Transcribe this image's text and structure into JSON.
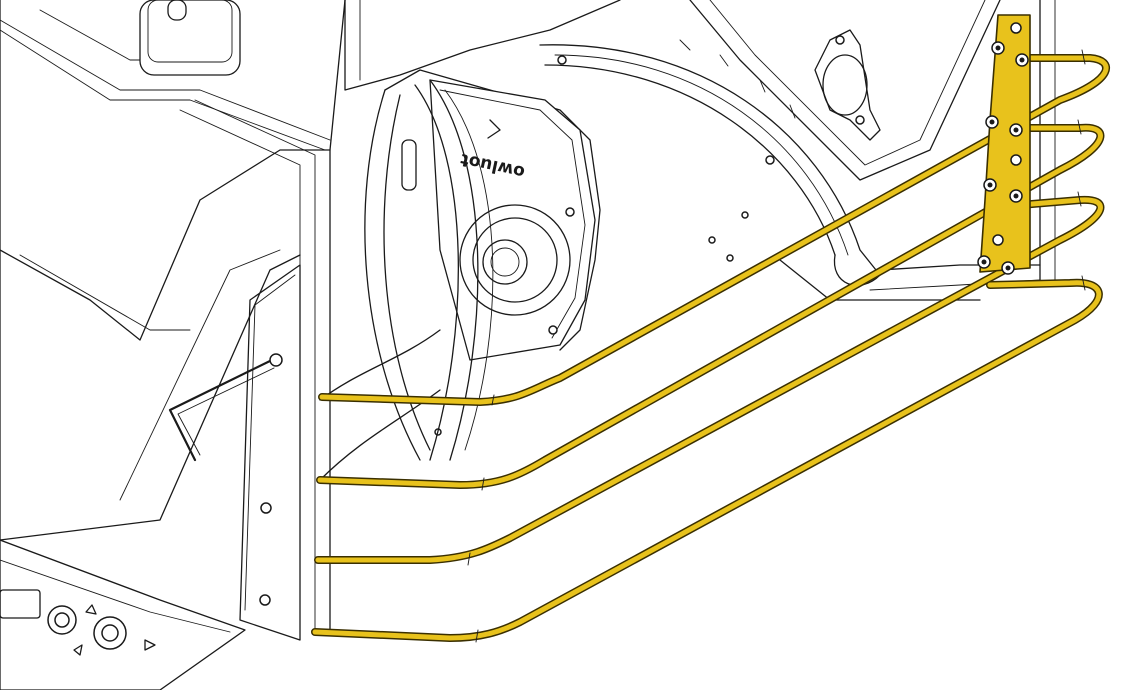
{
  "drawing": {
    "logo_text": "owluot",
    "highlight_color": "#e8c21c",
    "highlight_stroke": "#3a2f00",
    "line_color": "#1a1a1a",
    "background": "#ffffff",
    "highlighted_parts": [
      "guard-rail-set",
      "rail-mounting-bracket"
    ]
  }
}
